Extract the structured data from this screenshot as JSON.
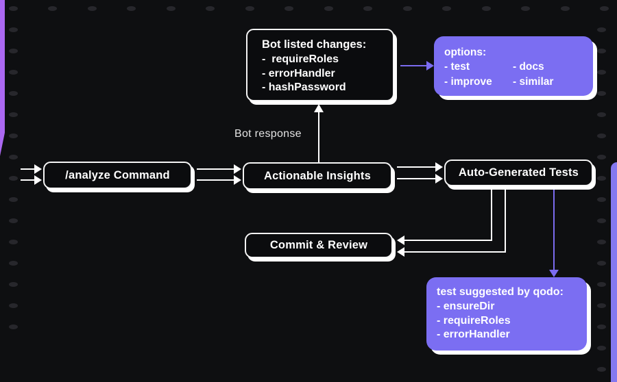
{
  "nodes": {
    "analyze": {
      "label": "/analyze Command"
    },
    "actionable": {
      "label": "Actionable Insights"
    },
    "autogen": {
      "label": "Auto-Generated Tests"
    },
    "commit": {
      "label": "Commit & Review"
    },
    "bot_listed": {
      "title": "Bot listed changes:",
      "items": [
        "-  requireRoles",
        "- errorHandler",
        "- hashPassword"
      ]
    },
    "options": {
      "title": "options:",
      "left_items": [
        "- test",
        "- improve"
      ],
      "right_items": [
        "- docs",
        "- similar"
      ]
    },
    "qodo": {
      "title": "test suggested by qodo:",
      "items": [
        "- ensureDir",
        "- requireRoles",
        "- errorHandler"
      ]
    }
  },
  "annotations": {
    "bot_response": "Bot response"
  },
  "colors": {
    "background": "#0e0f11",
    "node_fill": "#0b0c0e",
    "node_border": "#f5f5f5",
    "purple_node": "#7b6ef2",
    "purple_arrow": "#7b6cf0",
    "accent_left": "#ab68f2",
    "accent_right": "#8478ef",
    "dot": "#27272c",
    "white": "#ffffff"
  }
}
